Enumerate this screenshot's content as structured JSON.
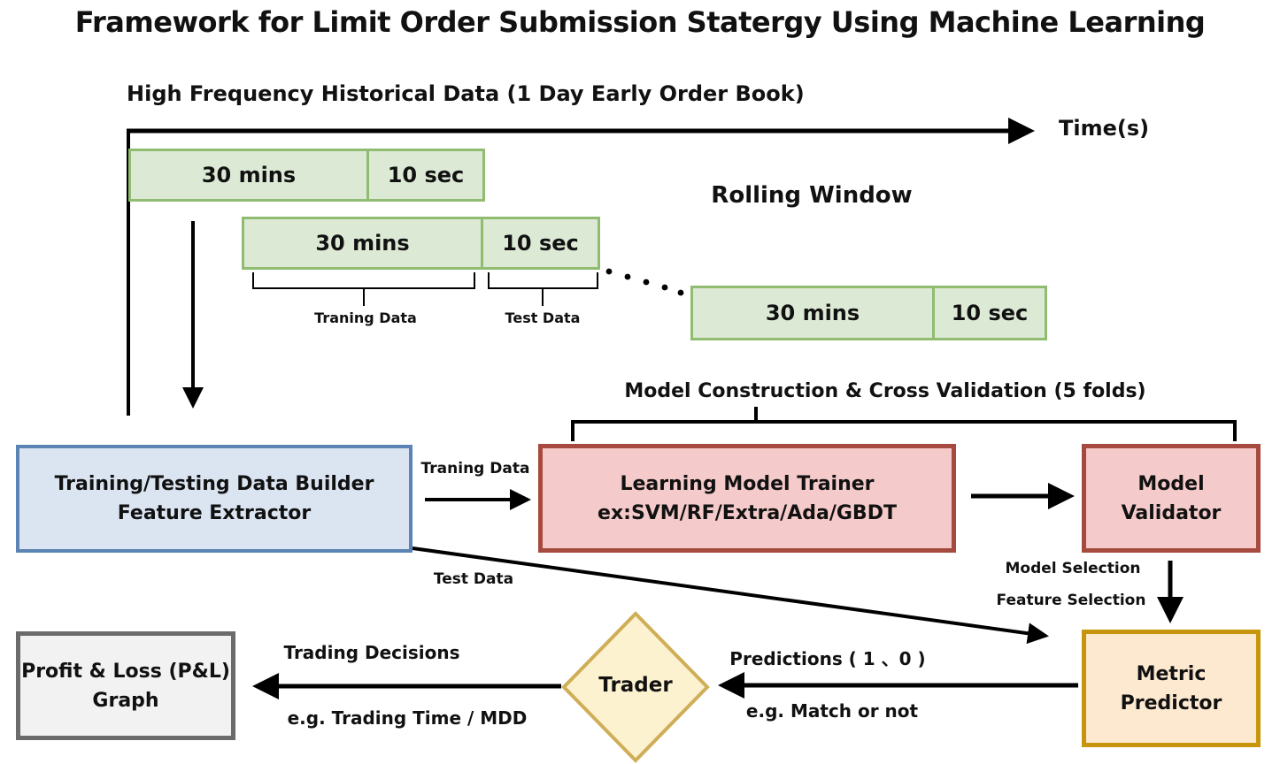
{
  "title": "Framework for Limit Order Submission Statergy Using Machine Learning",
  "timeline": {
    "heading": "High Frequency Historical Data (1 Day Early Order Book)",
    "axis_label": "Time(s)",
    "rolling_window_label": "Rolling Window",
    "windows": [
      {
        "train": "30 mins",
        "test": "10 sec"
      },
      {
        "train": "30 mins",
        "test": "10 sec"
      },
      {
        "train": "30 mins",
        "test": "10 sec"
      }
    ],
    "training_brace_label": "Traning Data",
    "test_brace_label": "Test Data"
  },
  "nodes": {
    "data_builder": {
      "line1": "Training/Testing Data Builder",
      "line2": "Feature Extractor"
    },
    "model_trainer": {
      "line1": "Learning Model Trainer",
      "line2": "ex:SVM/RF/Extra/Ada/GBDT"
    },
    "model_validator": {
      "line1": "Model",
      "line2": "Validator"
    },
    "metric_predictor": {
      "line1": "Metric",
      "line2": "Predictor"
    },
    "trader": {
      "label": "Trader"
    },
    "pnl": {
      "line1": "Profit & Loss (P&L)",
      "line2": "Graph"
    }
  },
  "edges": {
    "cross_validation": "Model Construction & Cross Validation (5 folds)",
    "training_data": "Traning Data",
    "test_data": "Test Data",
    "model_selection": "Model Selection",
    "feature_selection": "Feature Selection",
    "predictions": "Predictions ( 1 、0 )",
    "match_or_not": "e.g. Match or not",
    "trading_decisions": "Trading Decisions",
    "trading_time_mdd": "e.g. Trading Time / MDD"
  },
  "colors": {
    "window_fill": "#dcead5",
    "window_border": "#8fbc70",
    "builder_fill": "#dbe5f2",
    "builder_border": "#5b84b5",
    "model_fill": "#f5caca",
    "model_border": "#a6493f",
    "metric_fill": "#fde9d0",
    "metric_border": "#c7950b",
    "trader_fill": "#fdf2cf",
    "trader_border": "#cfae58",
    "pnl_fill": "#f2f2f2",
    "pnl_border": "#6b6b6b",
    "arrow": "#000000"
  }
}
